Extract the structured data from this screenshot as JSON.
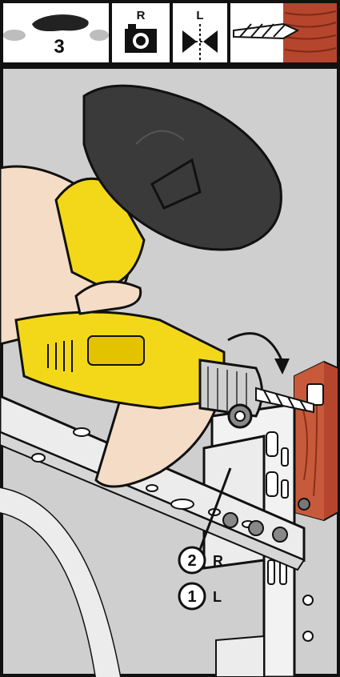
{
  "header": {
    "step_number": "3",
    "camera_side_label": "R",
    "direction_side_label": "L"
  },
  "callouts": [
    {
      "number": "2",
      "side": "R"
    },
    {
      "number": "1",
      "side": "L"
    }
  ],
  "icons": [
    "footprint-icon",
    "camera-icon",
    "mirror-direction-icon",
    "drill-bit-icon",
    "wood-grain-icon"
  ],
  "colors": {
    "background": "#cfcfcf",
    "drill_yellow": "#f3d81a",
    "drill_cap": "#3a3a3a",
    "skin": "#f4dcc6",
    "wood": "#b5462d",
    "outline": "#111111"
  }
}
